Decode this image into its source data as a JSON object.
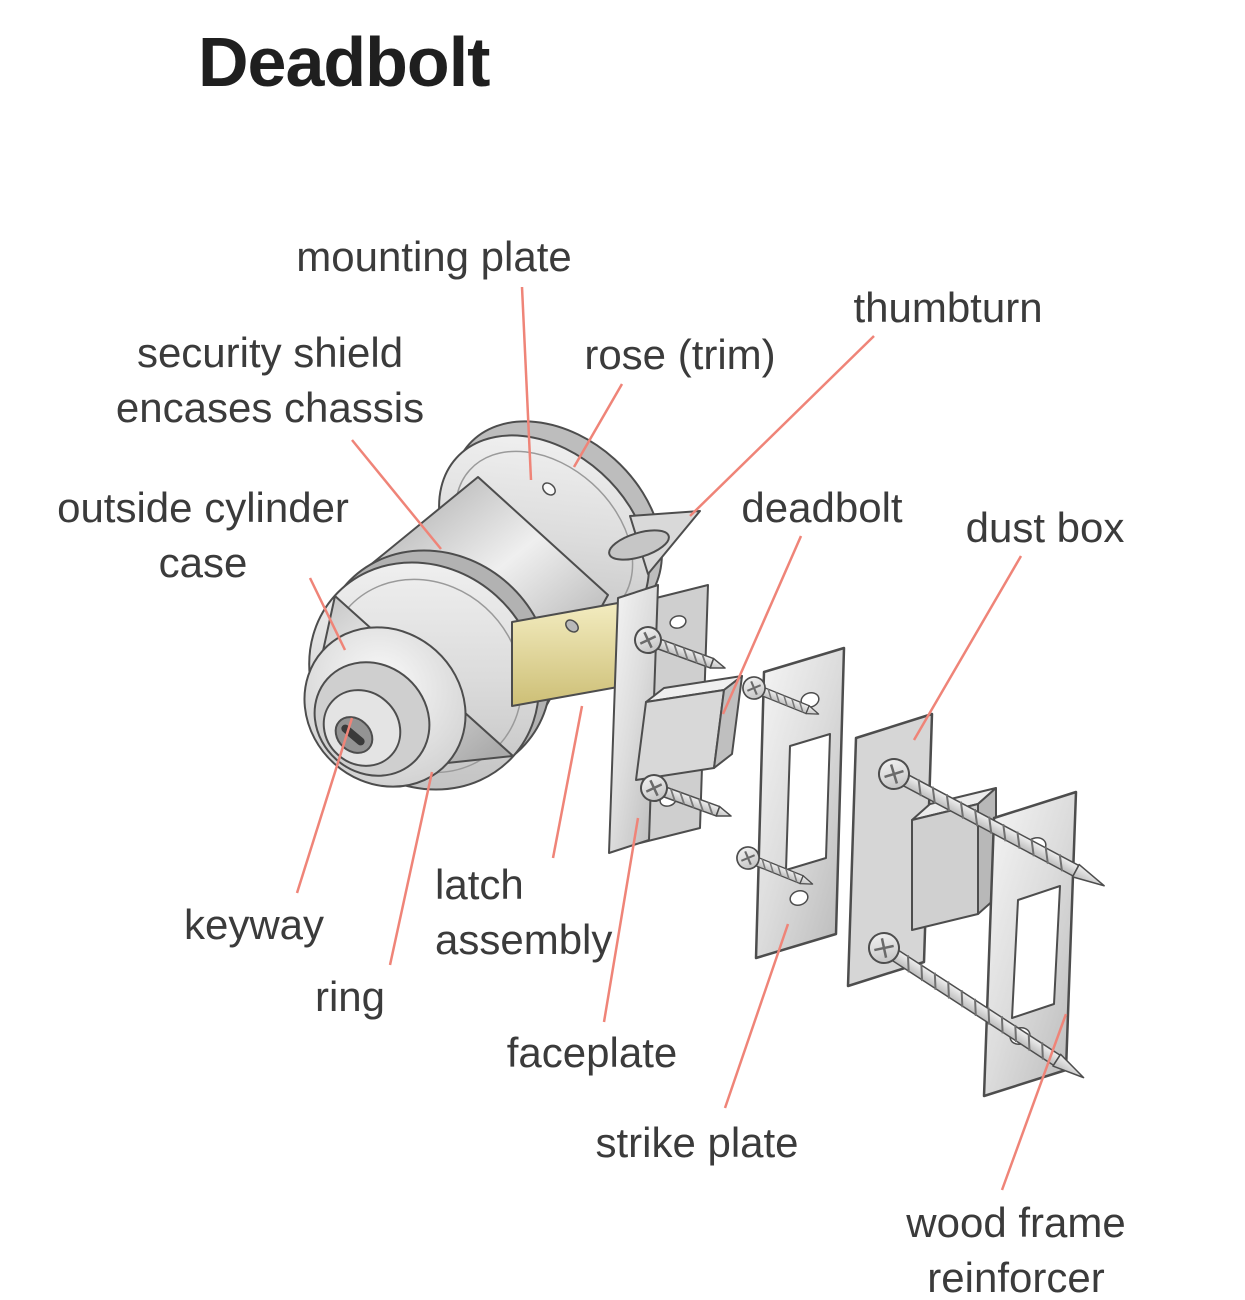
{
  "title": "Deadbolt",
  "colors": {
    "leader_line": "#ef8478"
  },
  "labels": {
    "mounting_plate": "mounting plate",
    "security_shield": "security shield\nencases chassis",
    "rose_trim": "rose (trim)",
    "thumbturn": "thumbturn",
    "outside_cylinder_case": "outside cylinder\ncase",
    "deadbolt": "deadbolt",
    "dust_box": "dust box",
    "keyway": "keyway",
    "ring": "ring",
    "latch_assembly": "latch\nassembly",
    "faceplate": "faceplate",
    "strike_plate": "strike plate",
    "wood_frame_reinforcer": "wood frame reinforcer"
  }
}
